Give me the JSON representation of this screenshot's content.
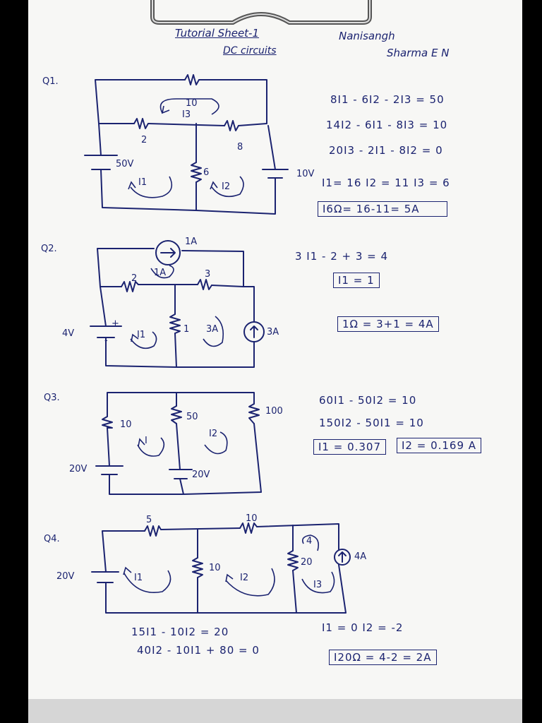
{
  "header": {
    "title": "Tutorial Sheet-1",
    "subtitle": "DC circuits",
    "name1": "Nanisangh",
    "name2": "Sharma E N"
  },
  "q1": {
    "label": "Q1.",
    "r_top": "10",
    "i3": "I3",
    "r_left": "2",
    "r_right": "8",
    "r_mid": "6",
    "v_left": "50V",
    "v_right": "10V",
    "i1": "I1",
    "i2": "I2",
    "eqs": [
      "8I1 - 6I2 - 2I3 = 50",
      "14I2 - 6I1 - 8I3 = 10",
      "20I3 - 2I1 - 8I2 = 0",
      "I1= 16  I2 = 11  I3 = 6"
    ],
    "answer": "I6Ω= 16-11= 5A"
  },
  "q2": {
    "label": "Q2.",
    "src_top": "1A",
    "loop_top": "1A",
    "r_left": "2",
    "r_right": "3",
    "r_mid": "1",
    "v_left": "4V",
    "plus": "+",
    "minus": "-",
    "i1": "I1",
    "loop_mid": "3A",
    "src_right": "3A",
    "eq": "3 I1 - 2 + 3 = 4",
    "ans1": "I1 = 1",
    "ans2": "1Ω = 3+1 = 4A"
  },
  "q3": {
    "label": "Q3.",
    "r1": "10",
    "r2": "50",
    "r3": "100",
    "v1": "20V",
    "v2": "20V",
    "i1": "I",
    "i2": "I2",
    "eqs": [
      "60I1 - 50I2 = 10",
      "150I2 - 50I1 = 10"
    ],
    "ans1": "I1 = 0.307",
    "ans2": "I2 = 0.169 A"
  },
  "q4": {
    "label": "Q4.",
    "r_top1": "5",
    "r_top2": "10",
    "r_mid": "10",
    "r_right": "20",
    "v": "20V",
    "i1": "I1",
    "i2": "I2",
    "i3": "I3",
    "loop_src": "4",
    "src": "4A",
    "eqs": [
      "15I1 - 10I2 = 20",
      "40I2 - 10I1 + 80 = 0"
    ],
    "res": "I1 = 0   I2 = -2",
    "answer": "I20Ω = 4-2 = 2A"
  }
}
